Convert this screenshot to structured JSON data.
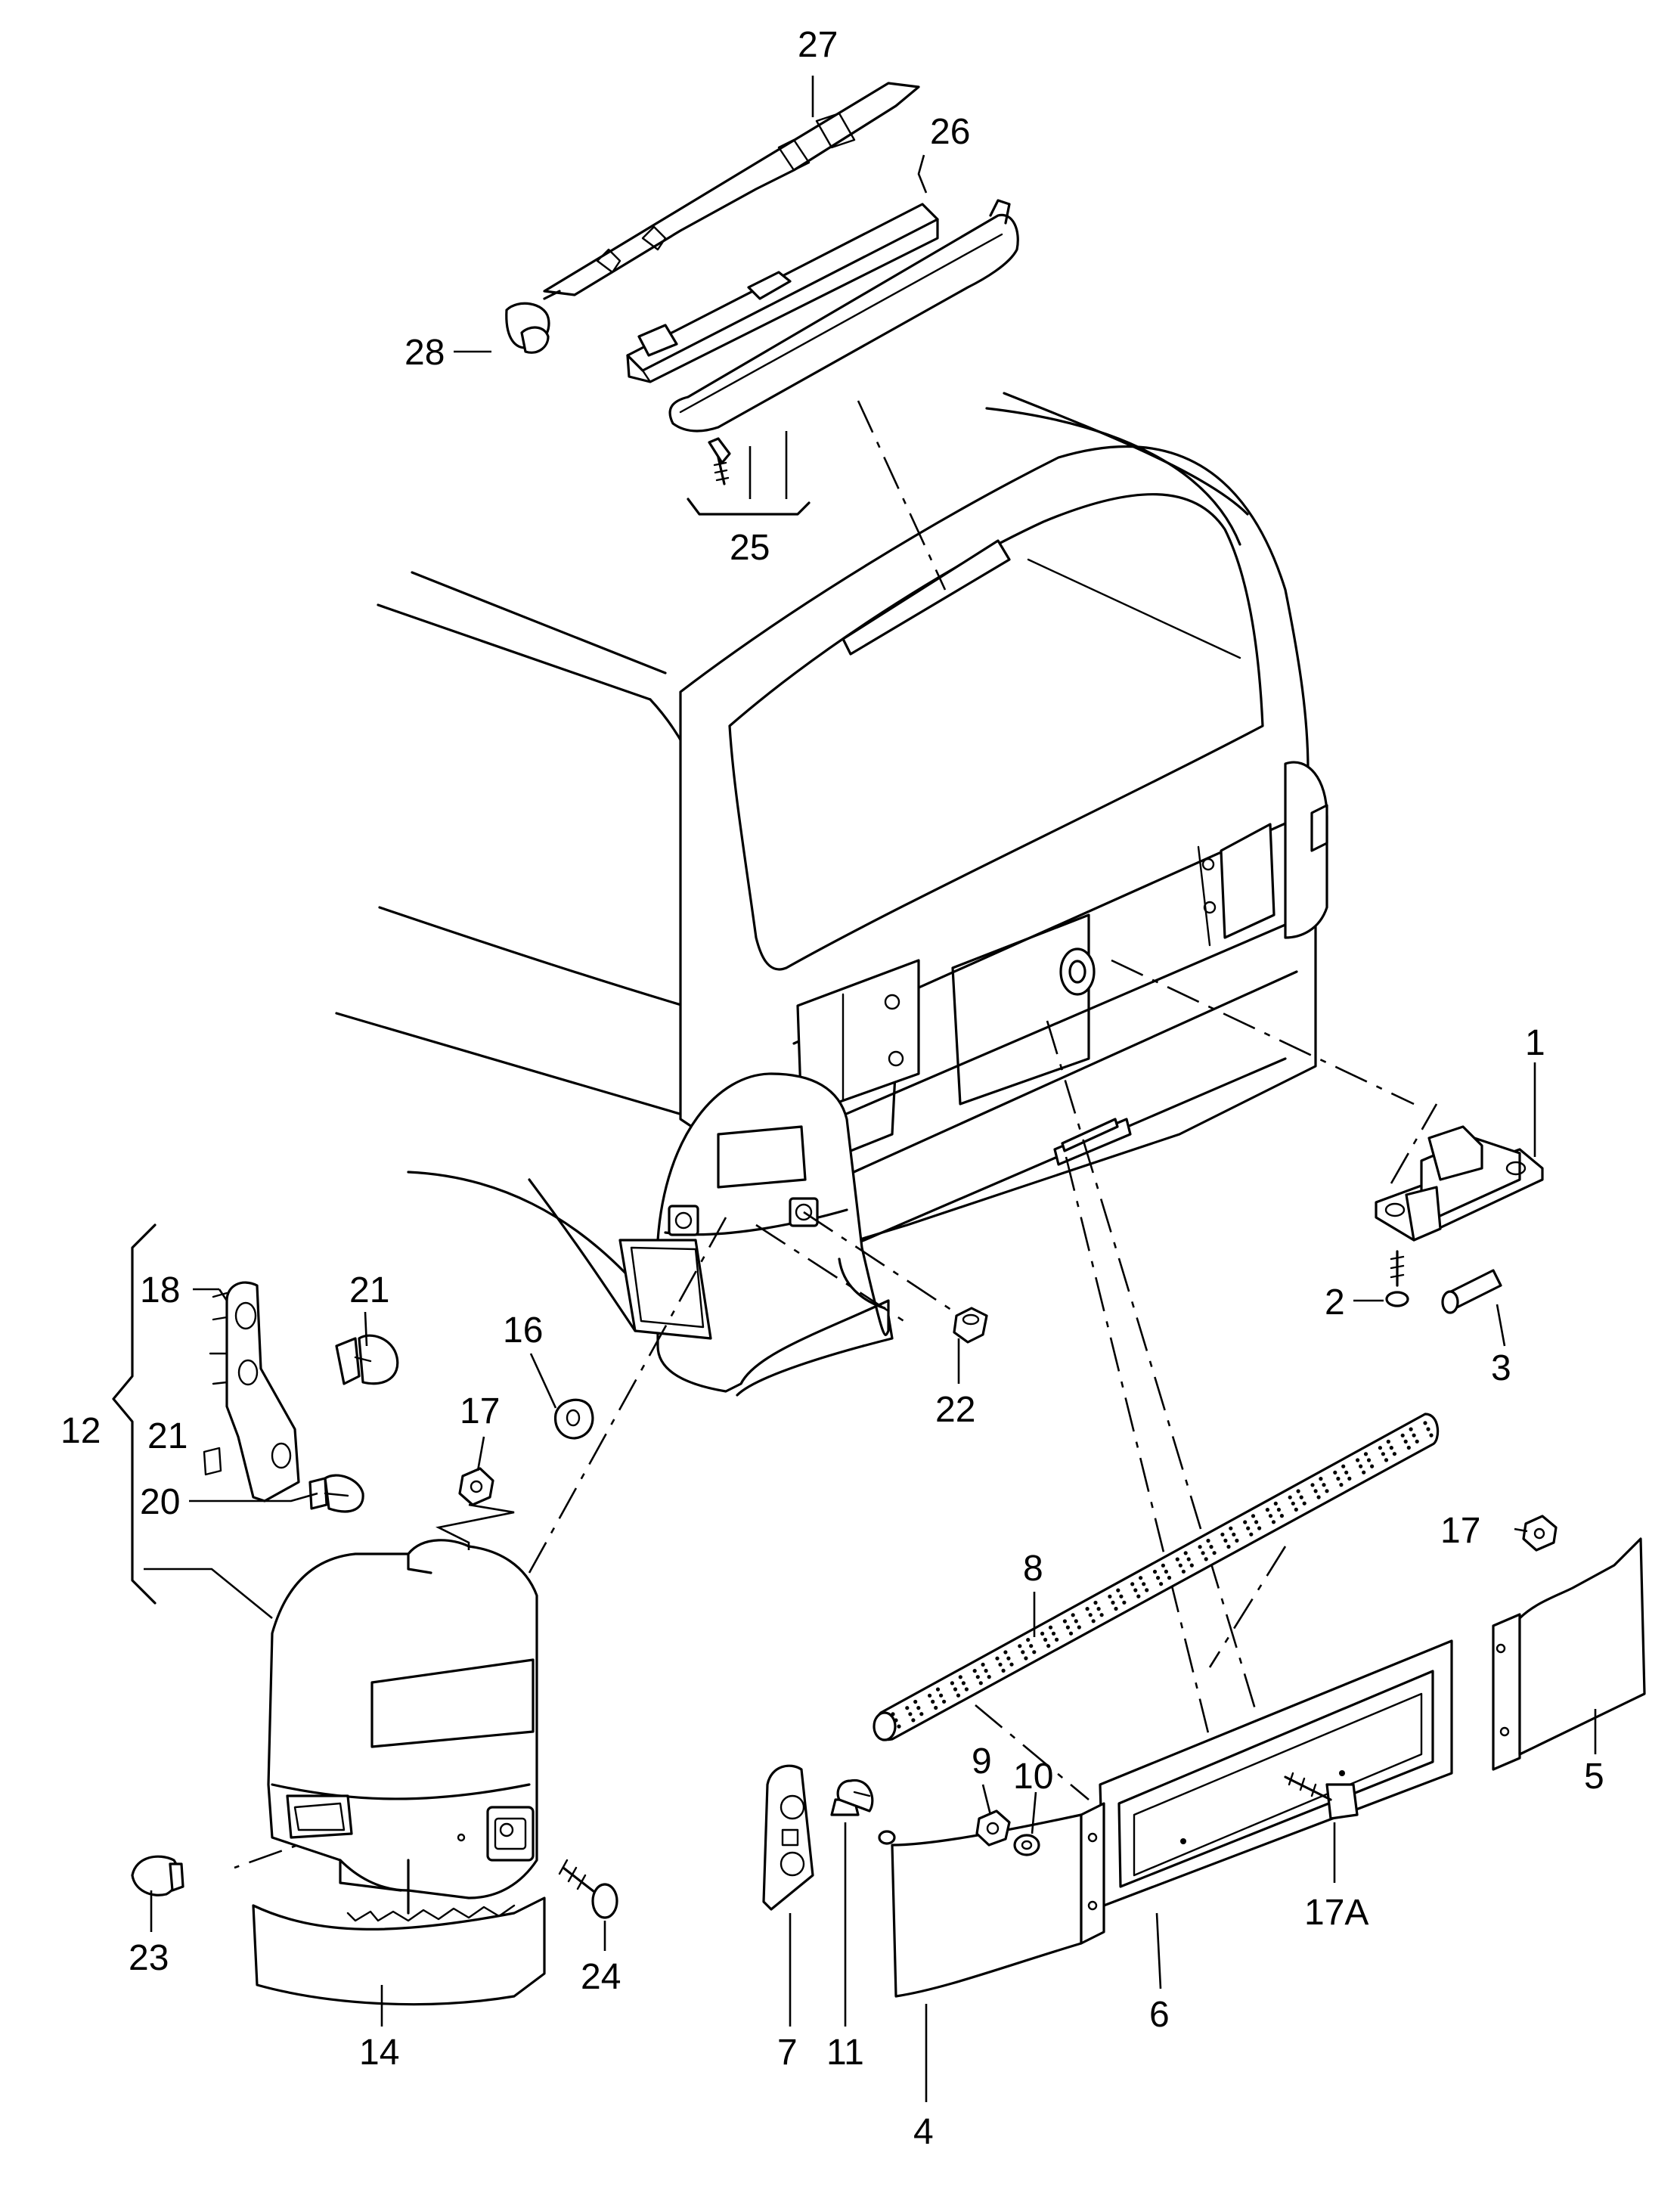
{
  "callouts": {
    "p1": "1",
    "p2": "2",
    "p3": "3",
    "p4": "4",
    "p5": "5",
    "p6": "6",
    "p7": "7",
    "p8": "8",
    "p9": "9",
    "p10": "10",
    "p11": "11",
    "p12": "12",
    "p14": "14",
    "p16": "16",
    "p17a": "17",
    "p17b": "17",
    "p17A": "17A",
    "p18": "18",
    "p20": "20",
    "p21a": "21",
    "p21b": "21",
    "p22": "22",
    "p23": "23",
    "p24": "24",
    "p25": "25",
    "p26": "26",
    "p27": "27",
    "p28": "28"
  }
}
